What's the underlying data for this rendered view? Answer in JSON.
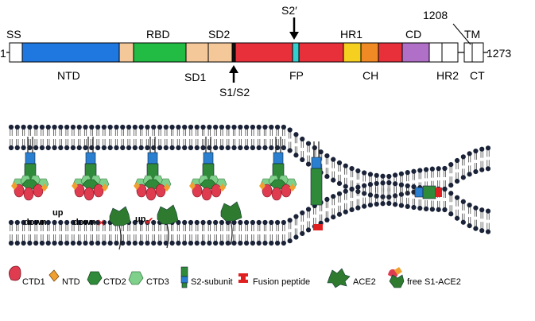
{
  "domain_bar": {
    "start_label": "1",
    "end_label": "1273",
    "top_labels": {
      "ss": "SS",
      "rbd": "RBD",
      "sd2": "SD2",
      "s2_prime": "S2′",
      "hr1": "HR1",
      "cd": "CD",
      "num_1208": "1208",
      "tm": "TM"
    },
    "bottom_labels": {
      "ntd": "NTD",
      "sd1": "SD1",
      "s1s2": "S1/S2",
      "fp": "FP",
      "ch": "CH",
      "hr2": "HR2",
      "ct": "CT"
    },
    "colors": {
      "ntd": "#1f77e0",
      "rbd": "#22bb44",
      "sd": "#f5c89a",
      "s2": "#e8303a",
      "fp": "#33d0d0",
      "hr1": "#f5d020",
      "ch": "#f08a24",
      "cd": "#b070c8",
      "white": "#ffffff"
    }
  },
  "scene": {
    "state_labels": {
      "down": "down",
      "up": "up",
      "down_x": "down",
      "up_check": "up"
    },
    "marks": {
      "x_mark": "✕",
      "check_mark": "✔",
      "x_color": "#e02020",
      "check_color": "#e02020"
    },
    "colors": {
      "lipid_head": "#1a2238",
      "ctd1": "#e03c50",
      "ntd": "#f0a030",
      "ctd2": "#2f8a3a",
      "ctd3": "#7fd08a",
      "s2": "#2a7fd0",
      "fusion": "#e02020",
      "ace2": "#2e7a2e"
    }
  },
  "legend": {
    "items": [
      {
        "label": "CTD1"
      },
      {
        "label": "NTD"
      },
      {
        "label": "CTD2"
      },
      {
        "label": "CTD3"
      },
      {
        "label": "S2-subunit"
      },
      {
        "label": "Fusion peptide"
      },
      {
        "label": "ACE2"
      },
      {
        "label": "free S1-ACE2"
      }
    ]
  }
}
